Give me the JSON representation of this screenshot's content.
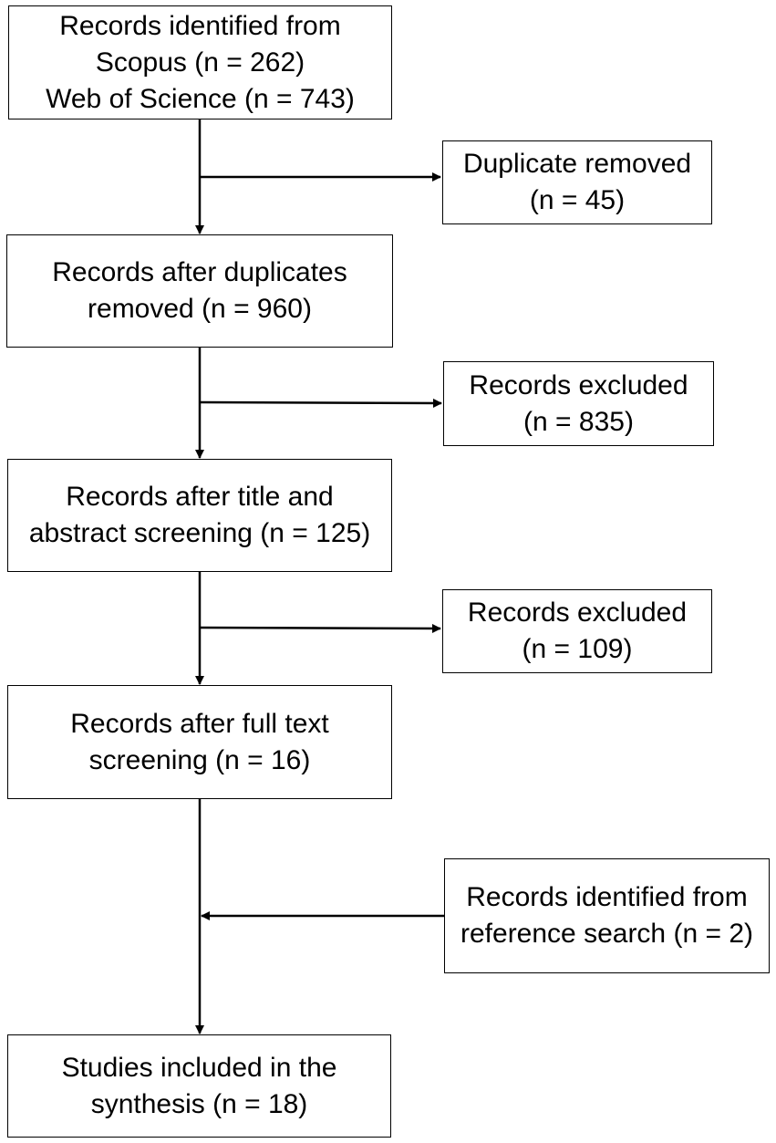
{
  "flow": {
    "identified": {
      "line1": "Records identified from",
      "line2": "Scopus (n = 262)",
      "line3": "Web of Science (n = 743)"
    },
    "duplicates": {
      "line1": "Duplicate removed",
      "line2": "(n = 45)"
    },
    "after_duplicates": {
      "line1": "Records after duplicates",
      "line2": "removed (n = 960)"
    },
    "excluded1": {
      "line1": "Records excluded",
      "line2": "(n = 835)"
    },
    "after_title": {
      "line1": "Records after title and",
      "line2": "abstract screening (n = 125)"
    },
    "excluded2": {
      "line1": "Records excluded",
      "line2": "(n = 109)"
    },
    "after_fulltext": {
      "line1": "Records after full text",
      "line2": "screening (n = 16)"
    },
    "reference_search": {
      "line1": "Records identified from",
      "line2": "reference search (n = 2)"
    },
    "included": {
      "line1": "Studies included in the",
      "line2": "synthesis (n = 18)"
    }
  }
}
